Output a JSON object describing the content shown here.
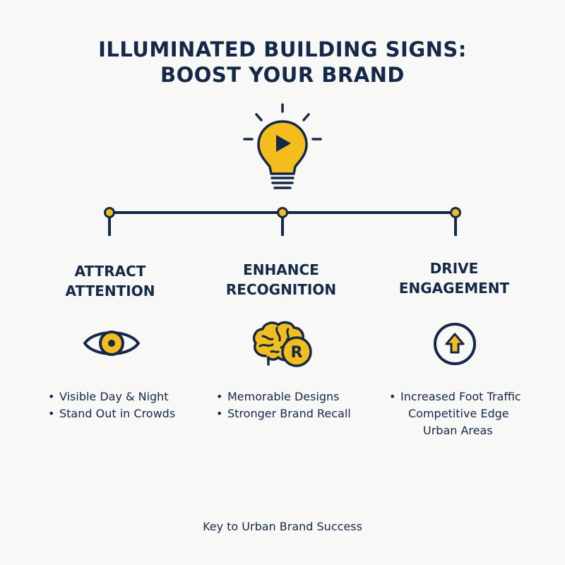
{
  "title": {
    "line1": "ILLUMINATED BUILDING SIGNS:",
    "line2": "BOOST YOUR BRAND"
  },
  "colors": {
    "navy": "#14284a",
    "yellow": "#f2bd1d",
    "background": "#f8f8f7"
  },
  "columns": [
    {
      "heading_line1": "ATTRACT",
      "heading_line2": "ATTENTION",
      "icon": "eye-icon",
      "bullets": [
        "Visible Day & Night",
        "Stand Out in Crowds"
      ]
    },
    {
      "heading_line1": "ENHANCE",
      "heading_line2": "RECOGNITION",
      "icon": "brain-icon",
      "icon_badge": "R",
      "bullets": [
        "Memorable Designs",
        "Stronger Brand Recall"
      ]
    },
    {
      "heading_line1": "DRIVE",
      "heading_line2": "ENGAGEMENT",
      "icon": "up-arrow-circle-icon",
      "bullets": [
        "Increased Foot Traffic",
        "Competitive Edge",
        "Urban Areas"
      ]
    }
  ],
  "footer": "Key to Urban Brand Success"
}
